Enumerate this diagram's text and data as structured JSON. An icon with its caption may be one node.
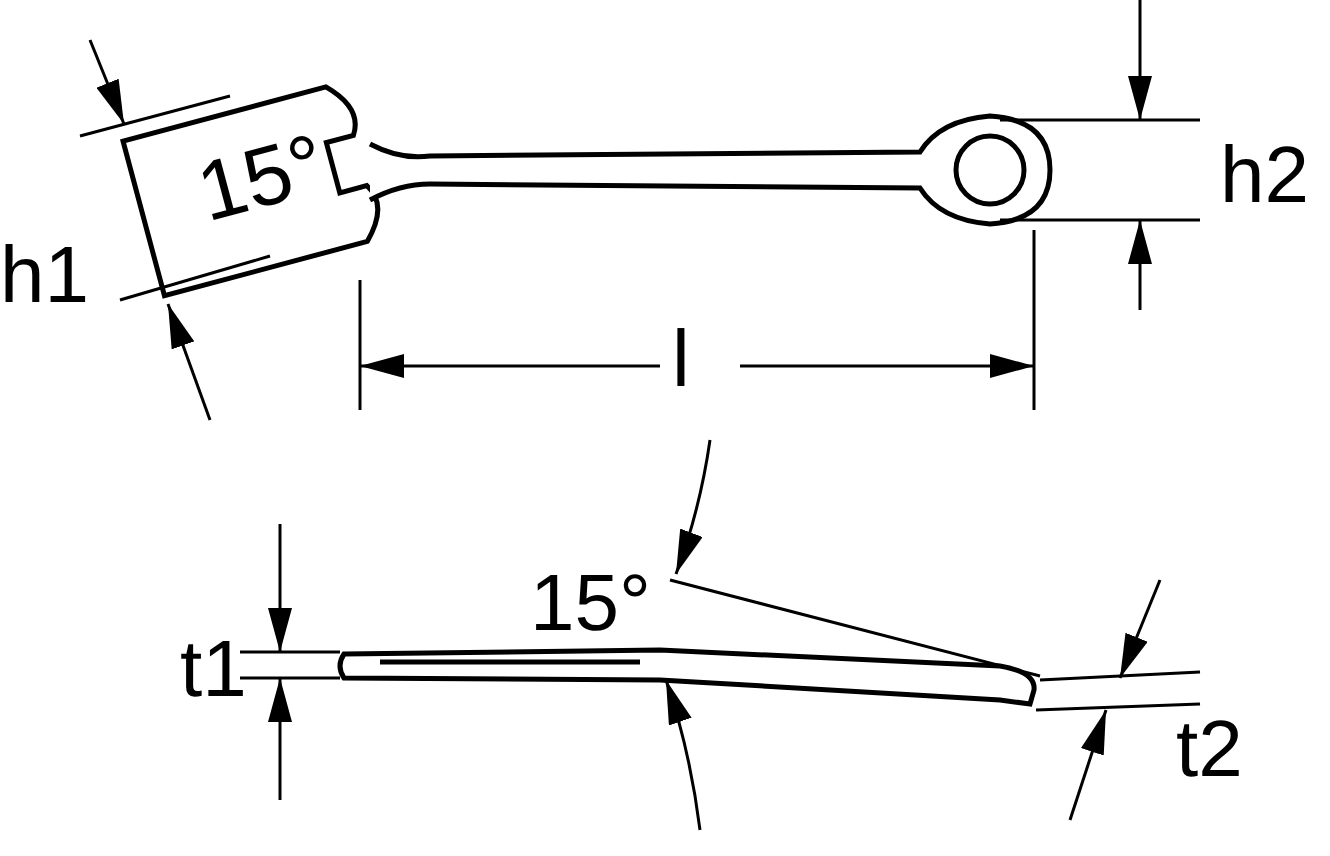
{
  "diagram": {
    "labels": [
      "h1",
      "15°",
      "h2",
      "l",
      "15°",
      "t1",
      "t2"
    ]
  }
}
